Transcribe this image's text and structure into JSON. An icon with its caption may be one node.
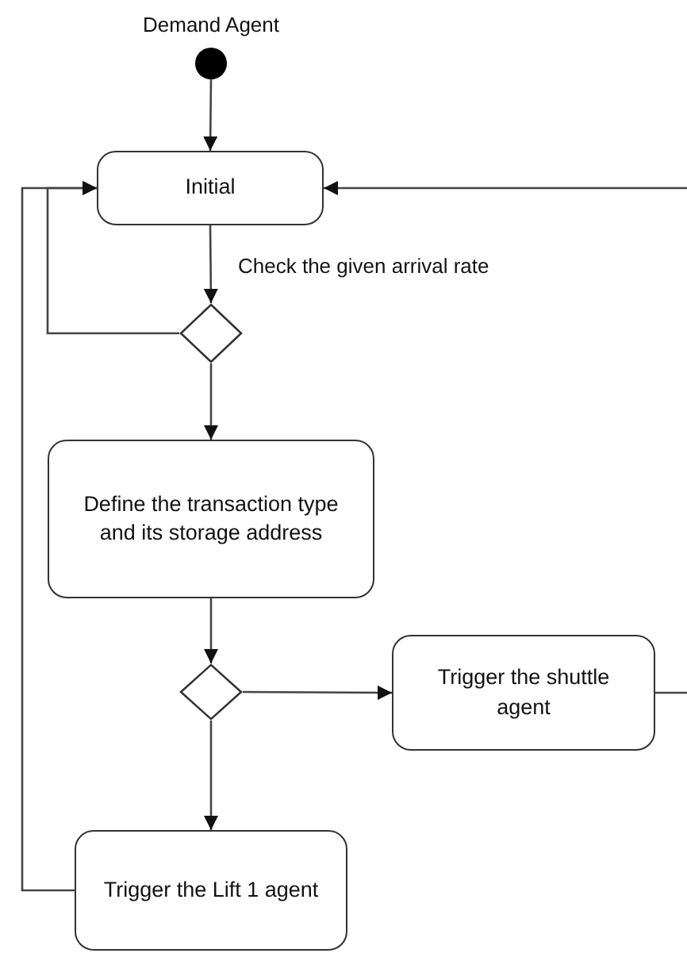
{
  "diagram": {
    "nodes": [
      {
        "text": [],
        "shape": "circle",
        "beside": [
          "Demand Agent"
        ]
      },
      {
        "text": [
          "Initial"
        ]
      },
      {
        "text": [],
        "shape": "diamond"
      },
      {
        "text": [
          "Define the transaction type and its storage address"
        ]
      },
      {
        "text": [],
        "shape": "diamond"
      },
      {
        "text": [
          "Trigger the shuttle agent"
        ]
      },
      {
        "text": [
          "Trigger the Lift 1 agent"
        ]
      }
    ],
    "edges": [
      {
        "from": 0,
        "to": 1,
        "arrow": "to"
      },
      {
        "from": null,
        "to": 1,
        "arrow": "to"
      },
      {
        "from": 1,
        "to": 2,
        "arrow": "to",
        "label": "Check the given arrival rate"
      },
      {
        "from": 2,
        "to": 1,
        "arrow": "to"
      },
      {
        "from": 2,
        "to": 3,
        "arrow": "to"
      },
      {
        "from": 3,
        "to": 4,
        "arrow": "to"
      },
      {
        "from": 4,
        "to": 5,
        "arrow": "to"
      },
      {
        "from": 5,
        "to": null,
        "arrow": "none"
      },
      {
        "from": 4,
        "to": 6,
        "arrow": "to"
      },
      {
        "from": 6,
        "to": 1,
        "arrow": "to"
      }
    ]
  }
}
